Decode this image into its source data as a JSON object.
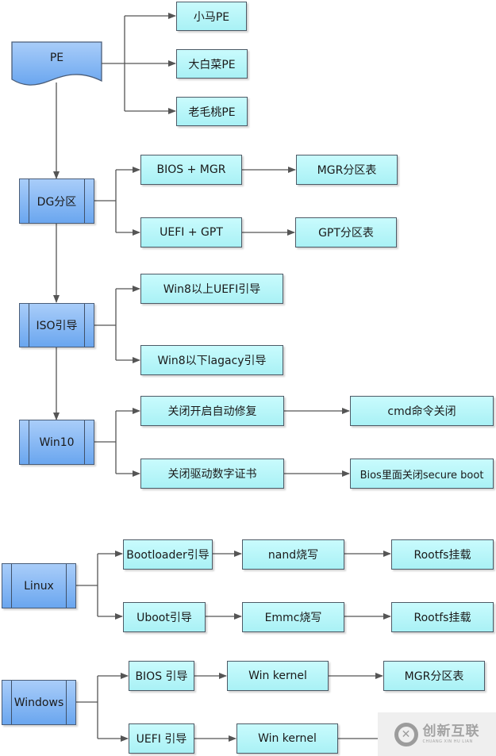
{
  "colors": {
    "leaf_fill": "#b6f5f9",
    "process_fill": "#84b6f4",
    "connector": "#555555"
  },
  "pe_section": {
    "root": "PE",
    "pe_tools": [
      "小马PE",
      "大白菜PE",
      "老毛桃PE"
    ],
    "steps": [
      {
        "label": "DG分区",
        "branches": [
          {
            "first": "BIOS + MGR",
            "second": "MGR分区表"
          },
          {
            "first": "UEFI + GPT",
            "second": "GPT分区表"
          }
        ]
      },
      {
        "label": "ISO引导",
        "branches": [
          {
            "first": "Win8以上UEFI引导"
          },
          {
            "first": "Win8以下lagacy引导"
          }
        ]
      },
      {
        "label": "Win10",
        "branches": [
          {
            "first": "关闭开启自动修复",
            "second": "cmd命令关闭"
          },
          {
            "first": "关闭驱动数字证书",
            "second": "Bios里面关闭secure boot"
          }
        ]
      }
    ]
  },
  "linux_section": {
    "label": "Linux",
    "branches": [
      {
        "first": "Bootloader引导",
        "second": "nand烧写",
        "third": "Rootfs挂载"
      },
      {
        "first": "Uboot引导",
        "second": "Emmc烧写",
        "third": "Rootfs挂载"
      }
    ]
  },
  "windows_section": {
    "label": "Windows",
    "branches": [
      {
        "first": "BIOS 引导",
        "second": "Win kernel",
        "third": "MGR分区表"
      },
      {
        "first": "UEFI 引导",
        "second": "Win kernel"
      }
    ]
  },
  "watermark": {
    "logo_glyph": "✕",
    "chinese": "创新互联",
    "pinyin": "CHUANG XIN HU LIAN"
  }
}
